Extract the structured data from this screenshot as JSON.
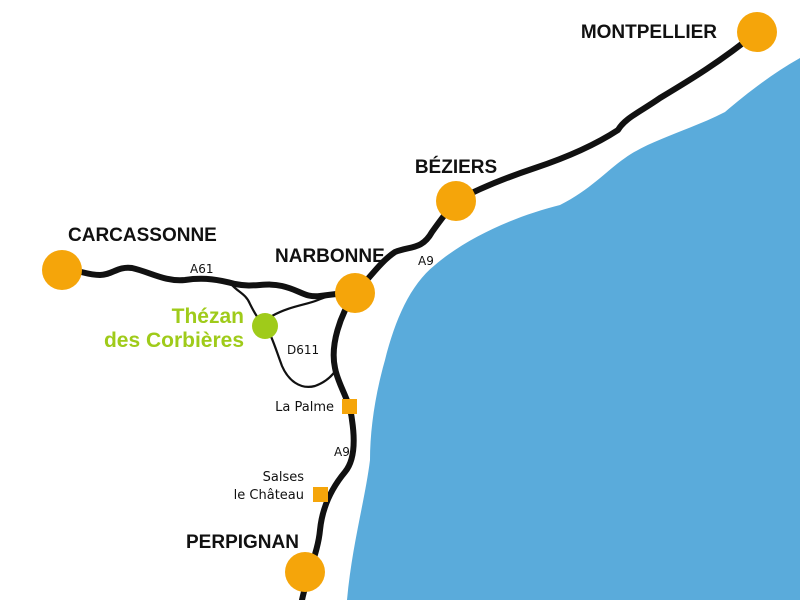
{
  "colors": {
    "sea": "#5aabdb",
    "road": "#111111",
    "city": "#f5a50a",
    "toll": "#f5a50a",
    "highlight": "#9fcb1a",
    "background": "#ffffff"
  },
  "cities": {
    "montpellier": "MONTPELLIER",
    "beziers": "BÉZIERS",
    "carcassonne": "CARCASSONNE",
    "narbonne": "NARBONNE",
    "perpignan": "PERPIGNAN"
  },
  "highlight": {
    "line1": "Thézan",
    "line2": "des Corbières"
  },
  "roads": {
    "a61": "A61",
    "a9_north": "A9",
    "a9_south": "A9",
    "d611": "D611"
  },
  "tolls": {
    "la_palme": "La Palme",
    "salses_line1": "Salses",
    "salses_line2": "le Château"
  }
}
